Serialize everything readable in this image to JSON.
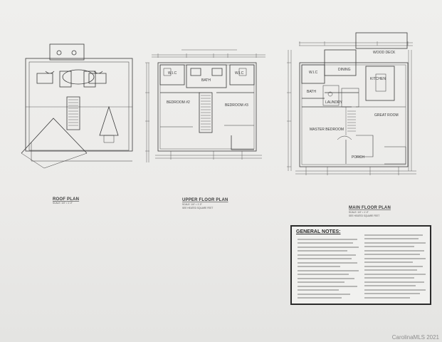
{
  "plans": [
    {
      "id": "roof",
      "caption": "ROOF PLAN",
      "scale": "SCALE: 1/4\" = 1'-0\""
    },
    {
      "id": "upper",
      "caption": "UPPER FLOOR PLAN",
      "scale": "SCALE: 1/4\" = 1'-0\"",
      "note": "SEE HEATED SQUARE FEET"
    },
    {
      "id": "main",
      "caption": "MAIN FLOOR PLAN",
      "scale": "SCALE: 1/4\" = 1'-0\"",
      "note": "SEE HEATED SQUARE FEET"
    }
  ],
  "rooms": {
    "bath": "BATH",
    "bedroom2": "BEDROOM #2",
    "bedroom3": "BEDROOM #3",
    "wic_upper_left": "W.I.C",
    "wic_upper_right": "W.I.C",
    "wic_main": "W.I.C",
    "wood_deck": "WOOD DECK",
    "dining": "DINING",
    "kitchen": "KITCHEN",
    "great_room": "GREAT ROOM",
    "master_bedroom": "MASTER BEDROOM",
    "porch": "PORCH",
    "bath_main": "BATH",
    "laundry": "LAUNDRY"
  },
  "notes": {
    "title": "GENERAL NOTES:"
  },
  "watermark": "CarolinaMLS 2021",
  "colors": {
    "ink": "#2f2f2f",
    "paper": "#ecebe9",
    "border": "#2b2b2b"
  }
}
